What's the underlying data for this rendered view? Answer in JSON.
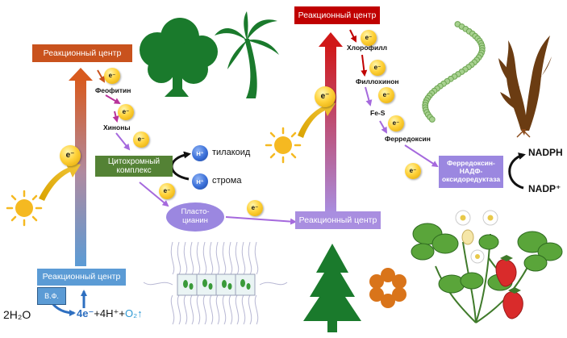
{
  "colors": {
    "rc_orange": "#c9521d",
    "rc_red": "#c00000",
    "rc_violet": "#a98ee0",
    "rc_blue": "#5b9bd5",
    "cytochrome": "#548235",
    "plastocyanin": "#9b87e0",
    "arrow_violet": "#a569dd",
    "sun": "#f5b921",
    "tree": "#1a7a2c"
  },
  "reaction_centers": {
    "top_left": "Реакционный центр",
    "top_right": "Реакционный центр",
    "middle_right": "Реакционный центр",
    "bottom_left": "Реакционный центр"
  },
  "electron_symbol": "e⁻",
  "chain1": {
    "pheophytin": "Феофитин",
    "quinones": "Хиноны"
  },
  "cytochrome_complex": "Цитохромный комплекс",
  "h_ion": "H⁺",
  "thylakoid": "тилакоид",
  "stroma": "строма",
  "plastocyanin": "Пласто-цианин",
  "chain2": {
    "chlorophyll": "Хлорофилл",
    "phylloquinone": "Филлохинон",
    "fes": "Fe-S",
    "ferredoxin": "Ферредоксин"
  },
  "fnr": "Ферредоксин-НАДФ-оксидоредуктаза",
  "nadph": "NADPH",
  "nadp_plus": "NADP⁺",
  "water_split": {
    "label": "В.Ф.",
    "water": "2H₂O",
    "e_part": "4e⁻",
    "h_part": "+4H⁺+",
    "o2_part": "O₂↑"
  },
  "icons": [
    "sun-icon",
    "tree-icon",
    "palm-icon",
    "algae-chain-icon",
    "kelp-icon",
    "spruce-icon",
    "flower-icon",
    "strawberry-icon",
    "thylakoid-membrane-icon"
  ]
}
